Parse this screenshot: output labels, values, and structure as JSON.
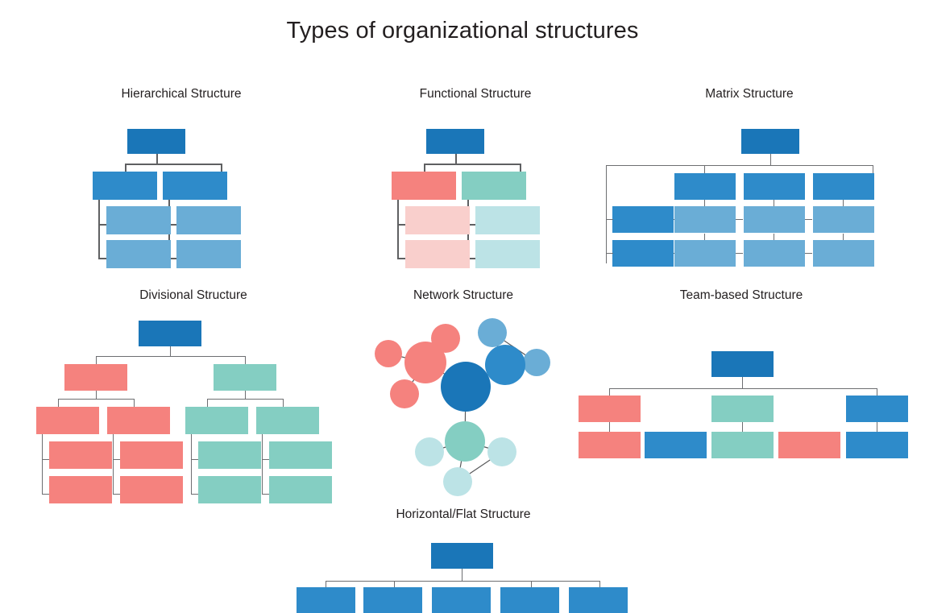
{
  "page": {
    "title": "Types of organizational structures",
    "background": "#ffffff",
    "text_color": "#231f20",
    "connector_color": "#6d6e71"
  },
  "palette": {
    "dark_blue": "#1a76b8",
    "mid_blue": "#2e8bca",
    "light_blue": "#6aadd6",
    "salmon": "#f5827e",
    "light_salmon": "#f9cfcc",
    "teal": "#84cec2",
    "light_teal": "#bce3e6"
  },
  "charts": [
    {
      "id": "hierarchical",
      "title": "Hierarchical Structure",
      "type": "tree",
      "levels": 3,
      "node_counts": [
        1,
        2,
        4
      ],
      "node_colors": [
        "dark_blue",
        "mid_blue",
        "light_blue"
      ],
      "description": "One top box branching to two managers, each with two subordinate boxes"
    },
    {
      "id": "functional",
      "title": "Functional Structure",
      "type": "tree",
      "levels": 3,
      "node_counts": [
        1,
        2,
        4
      ],
      "node_colors": [
        "dark_blue",
        "salmon/teal",
        "light_salmon/light_teal"
      ],
      "description": "One top box branching to two function heads, each with two function units"
    },
    {
      "id": "matrix",
      "title": "Matrix Structure",
      "type": "matrix",
      "top_nodes": 1,
      "column_headers": 3,
      "row_headers": 2,
      "grid_rows": 2,
      "grid_cols": 3,
      "node_colors": [
        "dark_blue",
        "mid_blue",
        "light_blue"
      ],
      "description": "Top box over three column heads and two row heads with a 3x2 grid of shared cells"
    },
    {
      "id": "divisional",
      "title": "Divisional Structure",
      "type": "tree",
      "levels": 4,
      "node_counts": [
        1,
        2,
        4,
        8
      ],
      "node_colors": [
        "dark_blue",
        "salmon/teal",
        "salmon/teal",
        "salmon/teal"
      ],
      "description": "Top box with two divisions, each division has two units, each unit has two teams"
    },
    {
      "id": "network",
      "title": "Network Structure",
      "type": "network",
      "nodes": [
        {
          "label": "core",
          "color": "dark_blue",
          "size": "large"
        },
        {
          "label": "hub-left",
          "color": "salmon",
          "size": "medium"
        },
        {
          "label": "hub-right",
          "color": "mid_blue",
          "size": "medium"
        },
        {
          "label": "hub-bottom",
          "color": "teal",
          "size": "medium"
        },
        {
          "label": "leaf-left-1",
          "color": "salmon",
          "size": "small"
        },
        {
          "label": "leaf-left-2",
          "color": "salmon",
          "size": "small"
        },
        {
          "label": "leaf-left-3",
          "color": "salmon",
          "size": "small"
        },
        {
          "label": "leaf-right-1",
          "color": "light_blue",
          "size": "small"
        },
        {
          "label": "leaf-right-2",
          "color": "light_blue",
          "size": "small"
        },
        {
          "label": "leaf-bottom-1",
          "color": "light_teal",
          "size": "small"
        },
        {
          "label": "leaf-bottom-2",
          "color": "light_teal",
          "size": "small"
        },
        {
          "label": "leaf-bottom-3",
          "color": "light_teal",
          "size": "small"
        }
      ],
      "edge_count": 12,
      "description": "A central core node connected to three cluster hubs, each hub linked to satellite nodes"
    },
    {
      "id": "team-based",
      "title": "Team-based Structure",
      "type": "tree",
      "levels": 3,
      "node_counts": [
        1,
        3,
        5
      ],
      "node_colors": [
        "dark_blue",
        "salmon/teal/mid_blue",
        "salmon/mid_blue/teal/salmon/mid_blue"
      ],
      "description": "Top box over three team leads and a flat row of five team boxes"
    },
    {
      "id": "horizontal-flat",
      "title": "Horizontal/Flat Structure",
      "type": "tree",
      "levels": 2,
      "node_counts": [
        1,
        5
      ],
      "node_colors": [
        "dark_blue",
        "mid_blue"
      ],
      "description": "A single top box connected directly to five peer boxes"
    }
  ]
}
